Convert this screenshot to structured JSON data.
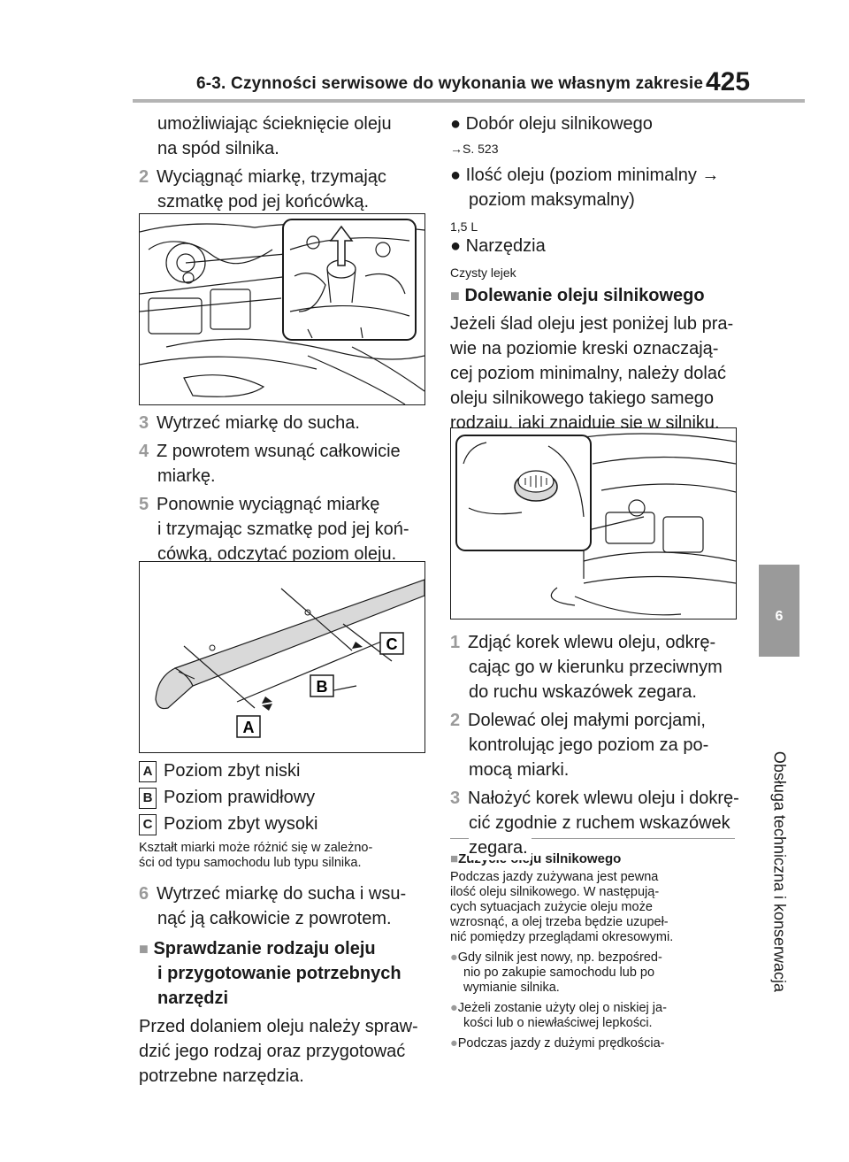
{
  "header": {
    "title": "6-3. Czynności serwisowe do wykonania we własnym zakresie",
    "page_number": "425"
  },
  "side_tab": {
    "chapter": "6",
    "label": "Obsługa techniczna i konserwacja"
  },
  "left": {
    "intro_l1": "umożliwiając ścieknięcie oleju",
    "intro_l2": "na spód silnika.",
    "step2": {
      "num": "2",
      "l1": "Wyciągnąć miarkę, trzymając",
      "l2": "szmatkę pod jej końcówką."
    },
    "step3": {
      "num": "3",
      "l1": "Wytrzeć miarkę do sucha."
    },
    "step4": {
      "num": "4",
      "l1": "Z powrotem wsunąć całkowicie",
      "l2": "miarkę."
    },
    "step5": {
      "num": "5",
      "l1": "Ponownie wyciągnąć miarkę",
      "l2": "i trzymając szmatkę pod jej koń-",
      "l3": "cówką, odczytać poziom oleju."
    },
    "legend": [
      {
        "key": "A",
        "text": "Poziom zbyt niski"
      },
      {
        "key": "B",
        "text": "Poziom prawidłowy"
      },
      {
        "key": "C",
        "text": "Poziom zbyt wysoki"
      }
    ],
    "note_l1": "Kształt miarki może różnić się w zależno-",
    "note_l2": "ści od typu samochodu lub typu silnika.",
    "step6": {
      "num": "6",
      "l1": "Wytrzeć miarkę do sucha i wsu-",
      "l2": "nąć ją całkowicie z powrotem."
    },
    "section_marker": "■",
    "section_l1": "Sprawdzanie rodzaju oleju",
    "section_l2": "i przygotowanie potrzebnych",
    "section_l3": "narzędzi",
    "para_l1": "Przed dolaniem oleju należy spraw-",
    "para_l2": "dzić jego rodzaj oraz przygotować",
    "para_l3": "potrzebne narzędzia."
  },
  "right": {
    "bullet": "●",
    "b1": "Dobór oleju silnikowego",
    "b1_ref": "→S. 523",
    "b2_l1": "Ilość oleju (poziom minimalny →",
    "b2_l2": "poziom maksymalny)",
    "b2_val": "1,5 L",
    "b3": "Narzędzia",
    "b3_val": "Czysty lejek",
    "section_marker": "■",
    "section": "Dolewanie oleju silnikowego",
    "para_l1": "Jeżeli ślad oleju jest poniżej lub pra-",
    "para_l2": "wie na poziomie kreski oznaczają-",
    "para_l3": "cej poziom minimalny, należy dolać",
    "para_l4": "oleju silnikowego takiego samego",
    "para_l5": "rodzaju, jaki znajduje się w silniku.",
    "step1": {
      "num": "1",
      "l1": "Zdjąć korek wlewu oleju, odkrę-",
      "l2": "cając go w kierunku przeciwnym",
      "l3": "do ruchu wskazówek zegara."
    },
    "step2": {
      "num": "2",
      "l1": "Dolewać olej małymi porcjami,",
      "l2": "kontrolując jego poziom za po-",
      "l3": "mocą miarki."
    },
    "step3": {
      "num": "3",
      "l1": "Nałożyć korek wlewu oleju i dokrę-",
      "l2": "cić zgodnie z ruchem wskazówek",
      "l3": "zegara."
    },
    "notes": {
      "marker": "■",
      "title": "Zużycie oleju silnikowego",
      "p_l1": "Podczas jazdy zużywana jest pewna",
      "p_l2": "ilość oleju silnikowego. W następują-",
      "p_l3": "cych sytuacjach zużycie oleju może",
      "p_l4": "wzrosnąć, a olej trzeba będzie uzupeł-",
      "p_l5": "nić pomiędzy przeglądami okresowymi.",
      "bullet": "●",
      "n1_l1": "Gdy silnik jest nowy, np. bezpośred-",
      "n1_l2": "nio po zakupie samochodu lub po",
      "n1_l3": "wymianie silnika.",
      "n2_l1": "Jeżeli zostanie użyty olej o niskiej ja-",
      "n2_l2": "kości lub o niewłaściwej lepkości.",
      "n3_l1": "Podczas jazdy z dużymi prędkościa-"
    }
  },
  "dipstick_labels": {
    "a": "A",
    "b": "B",
    "c": "C"
  },
  "colors": {
    "accent_gray": "#9a9a9a",
    "text": "#1a1a1a",
    "rule": "#b4b4b4"
  }
}
